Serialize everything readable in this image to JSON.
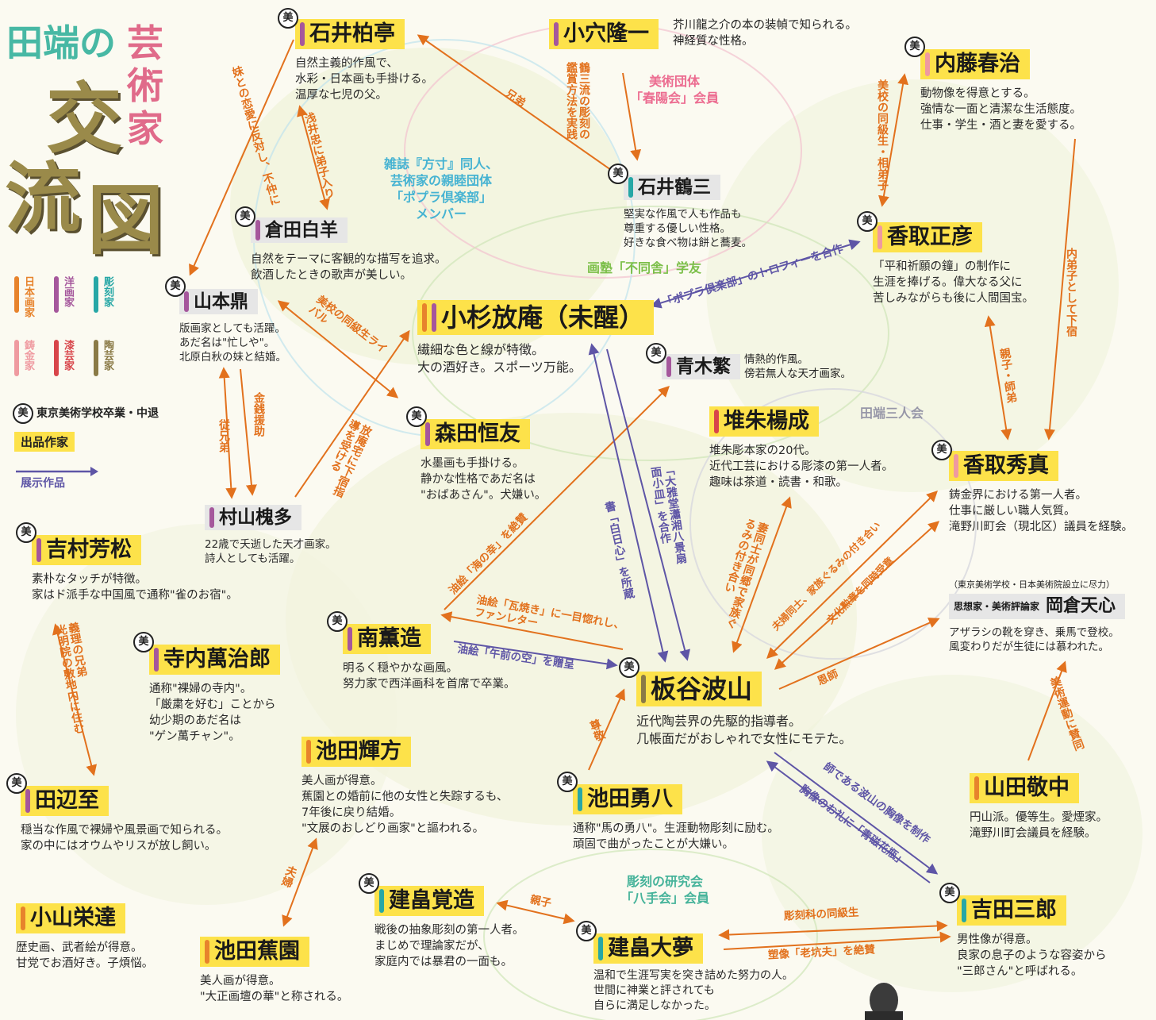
{
  "title": {
    "line1": "田端の",
    "line2": "芸",
    "line3": "術",
    "line4": "家",
    "big1": "交",
    "big2": "流",
    "big3": "図"
  },
  "legend": {
    "types": [
      {
        "label": "日本画家",
        "color": "#e7832c"
      },
      {
        "label": "洋画家",
        "color": "#a5579c"
      },
      {
        "label": "彫刻家",
        "color": "#27a7a6"
      },
      {
        "label": "鋳金家",
        "color": "#ef9aa0"
      },
      {
        "label": "漆芸家",
        "color": "#d8454a"
      },
      {
        "label": "陶芸家",
        "color": "#8a7a46"
      }
    ],
    "school_mark": "美",
    "school": "東京美術学校卒業・中退",
    "exhibitor": "出品作家",
    "artwork": "展示作品"
  },
  "groups": {
    "shunyo": "美術団体\n「春陽会」会員",
    "popura": "雑誌『方寸』同人、\n芸術家の親睦団体\n「ポプラ倶楽部」\nメンバー",
    "fudosha": "画塾「不同舎」学友",
    "sannin": "田端三人会",
    "hattekai": "彫刻の研究会\n「八手会」会員"
  },
  "artists": {
    "ishii_hakutei": {
      "name": "石井柏亭",
      "desc": "自然主義的作風で、\n水彩・日本画も手掛ける。\n温厚な七児の父。"
    },
    "oana": {
      "name": "小穴隆一",
      "desc": "芥川龍之介の本の装幀で知られる。\n神経質な性格。"
    },
    "naito": {
      "name": "内藤春治",
      "desc": "動物像を得意とする。\n強情な一面と清潔な生活態度。\n仕事・学生・酒と妻を愛する。"
    },
    "ishii_tsuruzo": {
      "name": "石井鶴三",
      "desc": "堅実な作風で人も作品も\n尊重する優しい性格。\n好きな食べ物は餅と蕎麦。"
    },
    "kurata": {
      "name": "倉田白羊",
      "desc": "自然をテーマに客観的な描写を追求。\n飲酒したときの歌声が美しい。"
    },
    "katori_masahiko": {
      "name": "香取正彦",
      "desc": "「平和祈願の鐘」の制作に\n生涯を捧げる。偉大なる父に\n苦しみながらも後に人間国宝。"
    },
    "yamamoto": {
      "name": "山本鼎",
      "desc": "版画家としても活躍。\nあだ名は\"忙しや\"。\n北原白秋の妹と結婚。"
    },
    "kosugi": {
      "name": "小杉放庵（未醒）",
      "desc": "繊細な色と線が特徴。\n大の酒好き。スポーツ万能。"
    },
    "aoki": {
      "name": "青木繁",
      "desc": "情熱的作風。\n傍若無人な天才画家。"
    },
    "morita": {
      "name": "森田恒友",
      "desc": "水墨画も手掛ける。\n静かな性格であだ名は\n\"おばあさん\"。犬嫌い。"
    },
    "katsuki": {
      "name": "堆朱楊成",
      "desc": "堆朱彫本家の20代。\n近代工芸における彫漆の第一人者。\n趣味は茶道・読書・和歌。"
    },
    "katori_hotsuma": {
      "name": "香取秀真",
      "desc": "鋳金界における第一人者。\n仕事に厳しい職人気質。\n滝野川町会（現北区）議員を経験。"
    },
    "murayama": {
      "name": "村山槐多",
      "desc": "22歳で夭逝した天才画家。\n詩人としても活躍。"
    },
    "yoshimura": {
      "name": "吉村芳松",
      "desc": "素朴なタッチが特徴。\n家はド派手な中国風で通称\"雀のお宿\"。"
    },
    "okakura": {
      "name": "岡倉天心",
      "pre": "（東京美術学校・日本美術院設立に尽力）",
      "tag": "思想家・美術評論家",
      "desc": "アザラシの靴を穿き、乗馬で登校。\n風変わりだが生徒には慕われた。"
    },
    "minami": {
      "name": "南薫造",
      "desc": "明るく穏やかな画風。\n努力家で西洋画科を首席で卒業。"
    },
    "terauchi": {
      "name": "寺内萬治郎",
      "desc": "通称\"裸婦の寺内\"。\n「厳粛を好む」ことから\n幼少期のあだ名は\n\"ゲン萬チャン\"。"
    },
    "itaya": {
      "name": "板谷波山",
      "desc": "近代陶芸界の先駆的指導者。\n几帳面だがおしゃれで女性にモテた。"
    },
    "ikeda_kiho": {
      "name": "池田輝方",
      "desc": "美人画が得意。\n蕉園との婚前に他の女性と失踪するも、\n7年後に戻り結婚。\n\"文展のおしどり画家\"と謳われる。"
    },
    "tanabe": {
      "name": "田辺至",
      "desc": "穏当な作風で裸婦や風景画で知られる。\n家の中にはオウムやリスが放し飼い。"
    },
    "ikeda_yuhachi": {
      "name": "池田勇八",
      "desc": "通称\"馬の勇八\"。生涯動物彫刻に励む。\n頑固で曲がったことが大嫌い。"
    },
    "yamada": {
      "name": "山田敬中",
      "desc": "円山派。優等生。愛煙家。\n滝野川町会議員を経験。"
    },
    "tatehata_kakuzo": {
      "name": "建畠覚造",
      "desc": "戦後の抽象彫刻の第一人者。\nまじめで理論家だが、\n家庭内では暴君の一面も。"
    },
    "koyama": {
      "name": "小山栄達",
      "desc": "歴史画、武者絵が得意。\n甘党でお酒好き。子煩悩。"
    },
    "yoshida": {
      "name": "吉田三郎",
      "desc": "男性像が得意。\n良家の息子のような容姿から\n\"三郎さん\"と呼ばれる。"
    },
    "tatehata_taimu": {
      "name": "建畠大夢",
      "desc": "温和で生涯写実を突き詰めた努力の人。\n世間に神業と評されても\n自らに満足しなかった。"
    },
    "ikeda_shoen": {
      "name": "池田蕉園",
      "desc": "美人画が得意。\n\"大正画壇の華\"と称される。"
    }
  },
  "relations": {
    "sister_love": "妹との恋愛に反対し、不仲に",
    "asai": "浅井忠に弟子入り",
    "brothers": "兄弟",
    "tsuruzo_method": "鶴三流の彫刻の鑑賞方法を実践",
    "classmate_naito": "美校の同級生・相弟子",
    "uchideshi": "内弟子として下宿",
    "trophy": "「ポプラ倶楽部」のトロフィーを合作",
    "rival": "美校の同級生ライバル",
    "kinsen": "金銭援助",
    "itoko": "従兄弟",
    "kosugi_guide": "放庵宅に下宿指導を受ける",
    "umi": "油絵「海の幸」を絶賛",
    "taiga": "「大雅堂瀟湘八景扇面小皿」を合作",
    "hakujitsu": "書「白日心」を所蔵",
    "parent": "親子・師弟",
    "wives": "妻同士が同郷で家族ぐるみの付き合い",
    "kanshi": "夫婦同士、家族ぐるみの付き合い",
    "bunka": "文化勲章を同時受章",
    "onshi": "恩師",
    "gimei": "義理の兄弟\n光明院の敷地内に住む",
    "kawara": "油絵「瓦焼き」に一目惚れし、ファンレター",
    "gozen": "油絵「午前の空」を贈呈",
    "sonkei": "尊敬",
    "fufu": "夫婦",
    "oyako": "親子",
    "bijutsu_undo": "美術運動に賛同",
    "mune1": "師である波山の胸像を制作",
    "mune2": "胸像のお礼に「青磁花瓶」",
    "doukyu": "彫刻科の同級生",
    "roukou": "塑像「老坑夫」を絶賛"
  }
}
